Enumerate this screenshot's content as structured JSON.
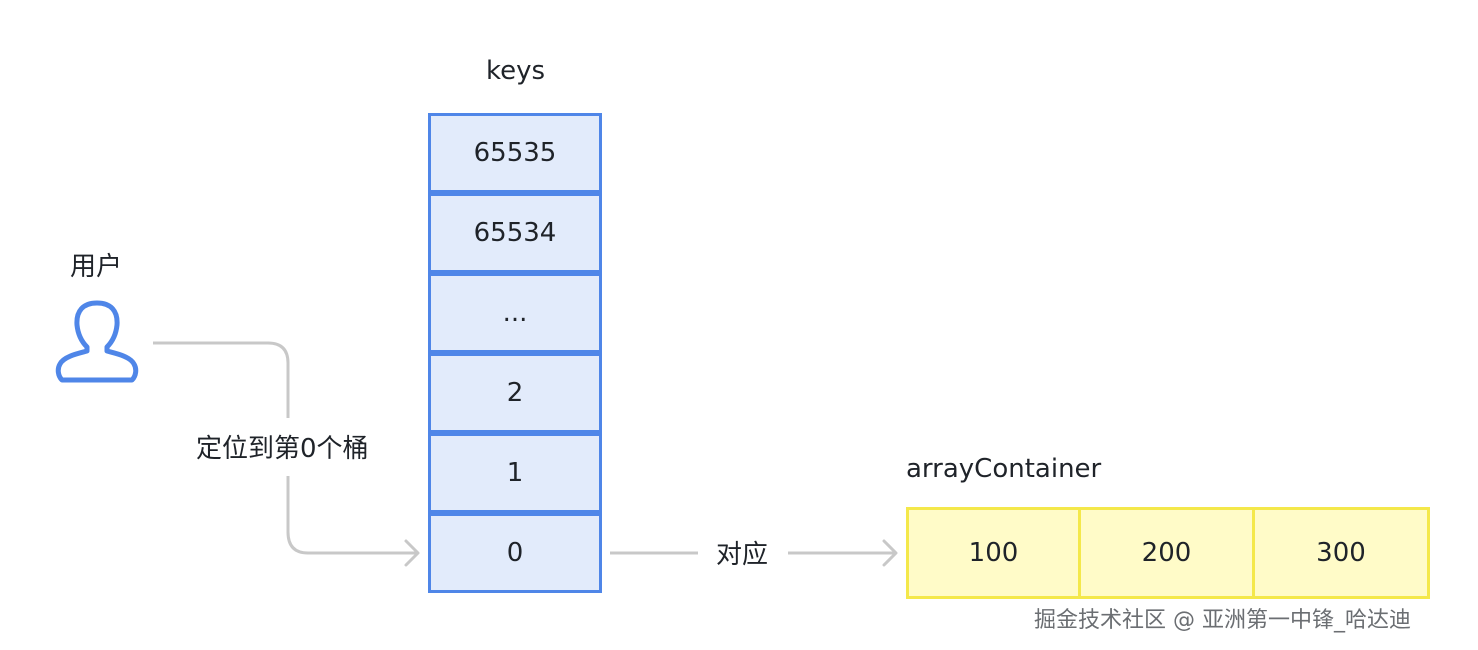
{
  "user": {
    "label": "用户",
    "icon": "user-icon"
  },
  "keys": {
    "title": "keys",
    "cells": [
      "65535",
      "65534",
      "...",
      "2",
      "1",
      "0"
    ]
  },
  "edges": {
    "locate_label": "定位到第0个桶",
    "map_label": "对应"
  },
  "array_container": {
    "title": "arrayContainer",
    "cells": [
      "100",
      "200",
      "300"
    ]
  },
  "watermark": "掘金技术社区 @ 亚洲第一中锋_哈达迪",
  "colors": {
    "keys_border": "#4f86e8",
    "keys_fill": "#e2ebfb",
    "array_border": "#f4e84a",
    "array_fill": "#fffbc8",
    "connector": "#c8c8c8",
    "user_icon": "#4f86e8"
  }
}
